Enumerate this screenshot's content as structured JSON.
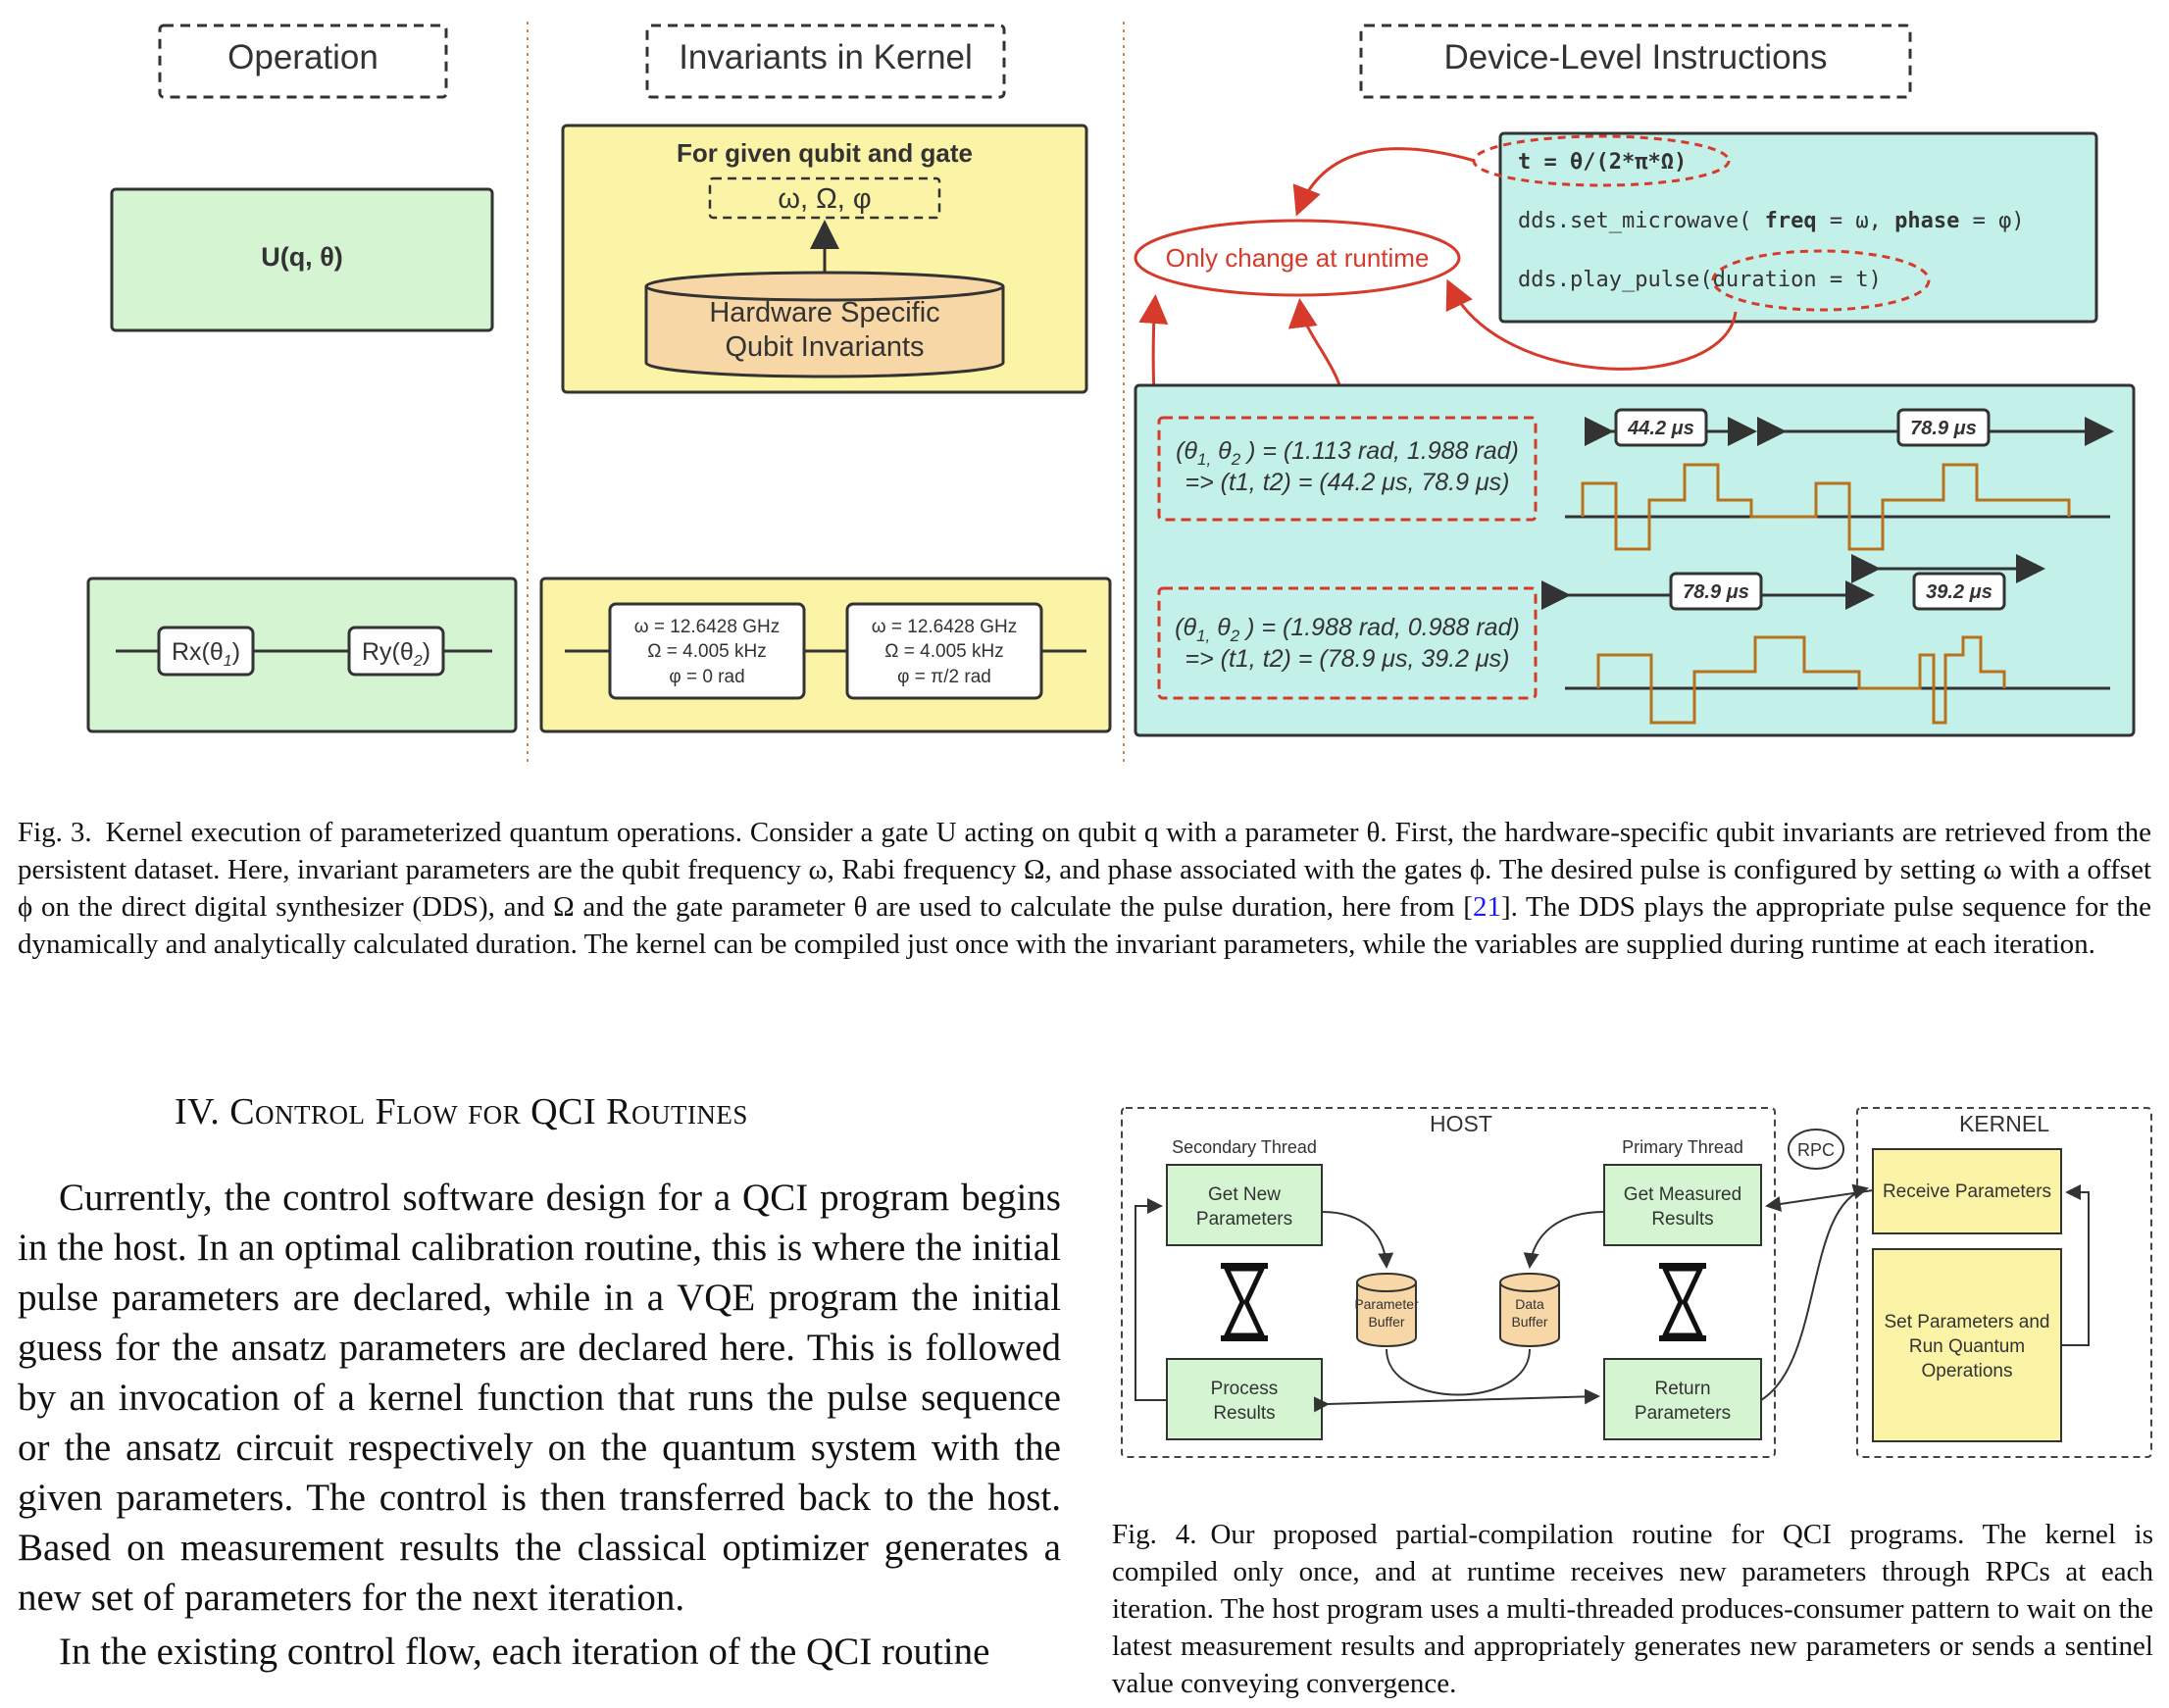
{
  "figure3": {
    "headers": {
      "operation": "Operation",
      "invariants": "Invariants in Kernel",
      "device": "Device-Level Instructions"
    },
    "operation_box": "U(q, θ)",
    "invariants_box": {
      "title": "For given qubit and gate",
      "params": "ω, Ω, φ",
      "db_line1": "Hardware Specific",
      "db_line2": "Qubit Invariants"
    },
    "code": {
      "line1": "t = θ/(2*π*Ω)",
      "line2a": "dds.set_microwave( ",
      "line2b": "freq",
      "line2c": " = ω, ",
      "line2d": "phase",
      "line2e": " = φ)",
      "line3": "dds.play_pulse(duration = t)"
    },
    "runtime_label": "Only change at runtime",
    "circuit": {
      "gate1": "Rx(θ",
      "gate1_sub": "1",
      "gate2": "Ry(θ",
      "gate2_sub": "2"
    },
    "invariant_cards": [
      {
        "w": "ω = 12.6428 GHz",
        "W": "Ω = 4.005 kHz",
        "phi": "φ = 0 rad"
      },
      {
        "w": "ω = 12.6428 GHz",
        "W": "Ω = 4.005 kHz",
        "phi": "φ = π/2 rad"
      }
    ],
    "examples": [
      {
        "line1": "(θ1, θ2 ) = (1.113 rad, 1.988 rad)",
        "line2": "=> (t1, t2) = (44.2 μs, 78.9 μs)",
        "d1": "44.2 μs",
        "d2": "78.9 μs"
      },
      {
        "line1": "(θ1, θ2 ) = (1.988 rad, 0.988 rad)",
        "line2": "=> (t1, t2) = (78.9 μs, 39.2 μs)",
        "d1": "78.9 μs",
        "d2": "39.2 μs"
      }
    ],
    "colors": {
      "green": "#d4f4d2",
      "yellow": "#fbf3a6",
      "teal": "#c4f0ea",
      "tan": "#f8d7a6",
      "red": "#d63a2a",
      "pulse": "#b8721e"
    }
  },
  "caption3": {
    "label": "Fig. 3.",
    "text": "Kernel execution of parameterized quantum operations. Consider a gate U acting on qubit q with a parameter θ. First, the hardware-specific qubit invariants are retrieved from the persistent dataset. Here, invariant parameters are the qubit frequency ω, Rabi frequency Ω, and phase associated with the gates ϕ. The desired pulse is configured by setting ω with a offset ϕ on the direct digital synthesizer (DDS), and Ω and the gate parameter θ are used to calculate the pulse duration, here from [",
    "cite": "21",
    "text_end": "]. The DDS plays the appropriate pulse sequence for the dynamically and analytically calculated duration. The kernel can be compiled just once with the invariant parameters, while the variables are supplied during runtime at each iteration."
  },
  "section": {
    "title": "IV. Control Flow for QCI Routines",
    "para1": "Currently, the control software design for a QCI program begins in the host. In an optimal calibration routine, this is where the initial pulse parameters are declared, while in a VQE program the initial guess for the ansatz parameters are declared here. This is followed by an invocation of a kernel function that runs the pulse sequence or the ansatz circuit respectively on the quantum system with the given parameters. The control is then transferred back to the host. Based on measurement results the classical optimizer generates a new set of parameters for the next iteration.",
    "para2": "In the existing control flow, each iteration of the QCI routine"
  },
  "figure4": {
    "host": "HOST",
    "kernel": "KERNEL",
    "rpc": "RPC",
    "secondary": "Secondary Thread",
    "primary": "Primary Thread",
    "get_new_1": "Get New",
    "get_new_2": "Parameters",
    "get_meas_1": "Get Measured",
    "get_meas_2": "Results",
    "process_1": "Process",
    "process_2": "Results",
    "return_1": "Return",
    "return_2": "Parameters",
    "pbuf_1": "Parameter",
    "pbuf_2": "Buffer",
    "dbuf_1": "Data",
    "dbuf_2": "Buffer",
    "receive": "Receive Parameters",
    "set_1": "Set Parameters and",
    "set_2": "Run Quantum",
    "set_3": "Operations"
  },
  "caption4": {
    "label": "Fig. 4.",
    "text": "Our proposed partial-compilation routine for QCI programs. The kernel is compiled only once, and at runtime receives new parameters through RPCs at each iteration. The host program uses a multi-threaded produces-consumer pattern to wait on the latest measurement results and appropriately generates new parameters or sends a sentinel value conveying convergence."
  }
}
